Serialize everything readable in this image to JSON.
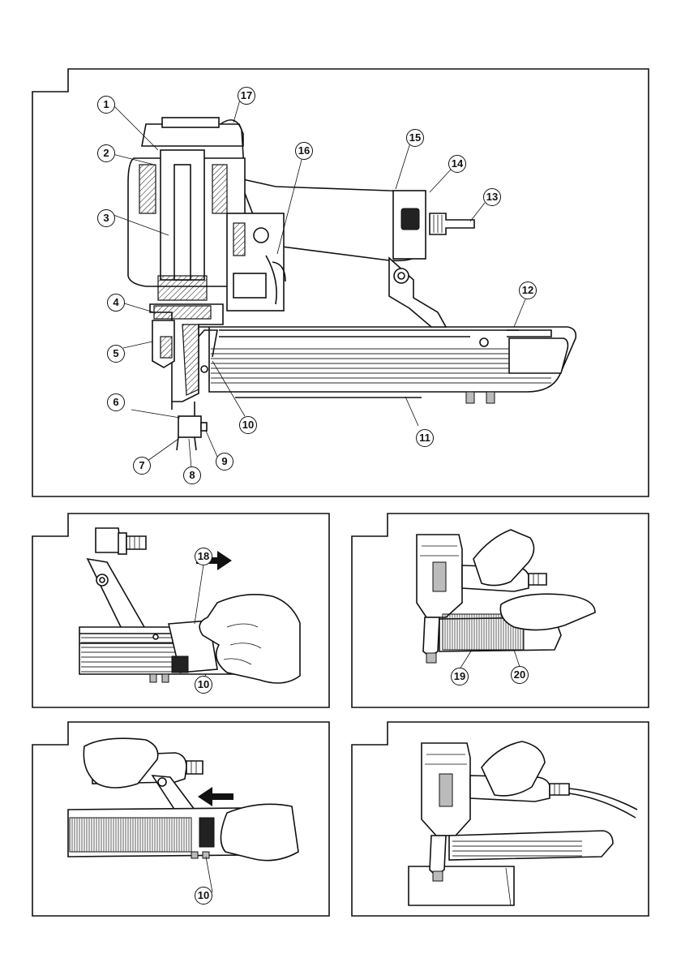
{
  "figures": [
    {
      "id": "fig1",
      "callouts": [
        "1",
        "2",
        "3",
        "4",
        "5",
        "6",
        "7",
        "8",
        "9",
        "10",
        "11",
        "12",
        "13",
        "14",
        "15",
        "16",
        "17"
      ]
    },
    {
      "id": "fig2",
      "callouts": [
        "18",
        "10"
      ]
    },
    {
      "id": "fig3",
      "callouts": [
        "19",
        "20"
      ]
    },
    {
      "id": "fig4",
      "callouts": [
        "10"
      ]
    },
    {
      "id": "fig5",
      "callouts": []
    }
  ],
  "icons": {
    "arrow_right": "arrow-right-icon",
    "arrow_left": "arrow-left-icon"
  }
}
